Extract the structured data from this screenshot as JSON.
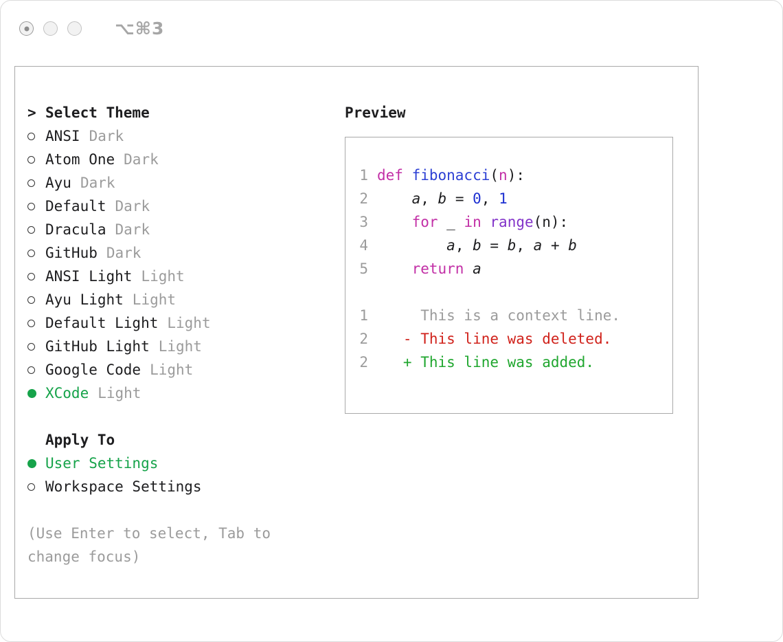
{
  "window": {
    "shortcut": "⌥⌘3"
  },
  "colors": {
    "keyword": "#c22fa6",
    "func": "#2c3fd4",
    "number": "#1c2fd1",
    "builtin": "#8233c9",
    "gray": "#9b9b9b",
    "del": "#d0221b",
    "add": "#1fa62e",
    "selected": "#16a34a",
    "text": "#1d1d1f"
  },
  "theme_picker": {
    "prompt": ">",
    "title": "Select Theme",
    "items": [
      {
        "name": "ANSI",
        "variant": "Dark",
        "selected": false
      },
      {
        "name": "Atom One",
        "variant": "Dark",
        "selected": false
      },
      {
        "name": "Ayu",
        "variant": "Dark",
        "selected": false
      },
      {
        "name": "Default",
        "variant": "Dark",
        "selected": false
      },
      {
        "name": "Dracula",
        "variant": "Dark",
        "selected": false
      },
      {
        "name": "GitHub",
        "variant": "Dark",
        "selected": false
      },
      {
        "name": "ANSI Light",
        "variant": "Light",
        "selected": false
      },
      {
        "name": "Ayu Light",
        "variant": "Light",
        "selected": false
      },
      {
        "name": "Default Light",
        "variant": "Light",
        "selected": false
      },
      {
        "name": "GitHub Light",
        "variant": "Light",
        "selected": false
      },
      {
        "name": "Google Code",
        "variant": "Light",
        "selected": false
      },
      {
        "name": "XCode",
        "variant": "Light",
        "selected": true
      }
    ],
    "apply_to": {
      "title": "Apply To",
      "options": [
        {
          "label": "User Settings",
          "selected": true
        },
        {
          "label": "Workspace Settings",
          "selected": false
        }
      ]
    },
    "hint": "(Use Enter to select, Tab to change focus)"
  },
  "preview": {
    "title": "Preview",
    "code_lines": [
      {
        "num": "1",
        "tokens": [
          {
            "t": "def ",
            "c": "keyword"
          },
          {
            "t": "fibonacci",
            "c": "func"
          },
          {
            "t": "(",
            "c": "plain"
          },
          {
            "t": "n",
            "c": "keyword"
          },
          {
            "t": "):",
            "c": "plain"
          }
        ]
      },
      {
        "num": "2",
        "tokens": [
          {
            "t": "    ",
            "c": "plain"
          },
          {
            "t": "a",
            "c": "var"
          },
          {
            "t": ", ",
            "c": "plain"
          },
          {
            "t": "b",
            "c": "var"
          },
          {
            "t": " = ",
            "c": "plain"
          },
          {
            "t": "0",
            "c": "number"
          },
          {
            "t": ", ",
            "c": "plain"
          },
          {
            "t": "1",
            "c": "number"
          }
        ]
      },
      {
        "num": "3",
        "tokens": [
          {
            "t": "    ",
            "c": "plain"
          },
          {
            "t": "for",
            "c": "keyword"
          },
          {
            "t": " _ ",
            "c": "plain"
          },
          {
            "t": "in",
            "c": "keyword"
          },
          {
            "t": " ",
            "c": "plain"
          },
          {
            "t": "range",
            "c": "builtin"
          },
          {
            "t": "(n):",
            "c": "plain"
          }
        ]
      },
      {
        "num": "4",
        "tokens": [
          {
            "t": "        ",
            "c": "plain"
          },
          {
            "t": "a",
            "c": "var"
          },
          {
            "t": ", ",
            "c": "plain"
          },
          {
            "t": "b",
            "c": "var"
          },
          {
            "t": " = ",
            "c": "plain"
          },
          {
            "t": "b",
            "c": "var"
          },
          {
            "t": ", ",
            "c": "plain"
          },
          {
            "t": "a",
            "c": "var"
          },
          {
            "t": " + ",
            "c": "plain"
          },
          {
            "t": "b",
            "c": "var"
          }
        ]
      },
      {
        "num": "5",
        "tokens": [
          {
            "t": "    ",
            "c": "plain"
          },
          {
            "t": "return",
            "c": "keyword"
          },
          {
            "t": " ",
            "c": "plain"
          },
          {
            "t": "a",
            "c": "var"
          }
        ]
      }
    ],
    "diff_lines": [
      {
        "num": "1",
        "tokens": [
          {
            "t": "     This is a context line.",
            "c": "gray"
          }
        ]
      },
      {
        "num": "2",
        "tokens": [
          {
            "t": "   - This line was deleted.",
            "c": "del"
          }
        ]
      },
      {
        "num": "2",
        "tokens": [
          {
            "t": "   + This line was added.",
            "c": "add"
          }
        ]
      }
    ]
  }
}
